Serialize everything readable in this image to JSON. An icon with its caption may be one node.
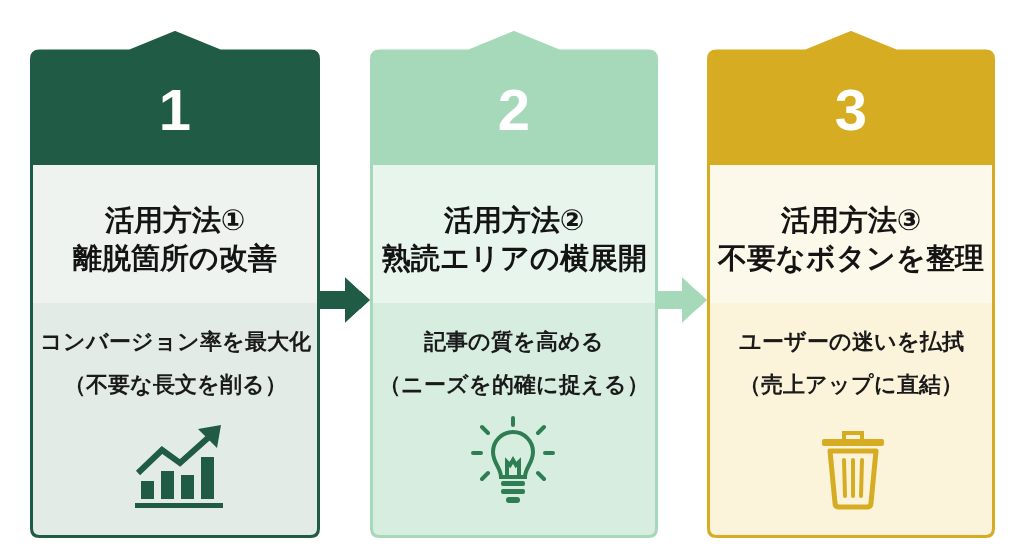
{
  "diagram": {
    "nodes": [
      {
        "text": [
          "1",
          "活用方法①",
          "離脱箇所の改善",
          "コンバージョン率を最大化",
          "（不要な長文を削る）"
        ]
      },
      {
        "text": [
          "2",
          "活用方法②",
          "熟読エリアの横展開",
          "記事の質を高める",
          "（ニーズを的確に捉える）"
        ]
      },
      {
        "text": [
          "3",
          "活用方法③",
          "不要なボタンを整理",
          "ユーザーの迷いを払拭",
          "（売上アップに直結）"
        ]
      }
    ],
    "edges": [
      {
        "from": 0,
        "to": 1,
        "arrow": "to",
        "color": "#1f5b45"
      },
      {
        "from": 1,
        "to": 2,
        "arrow": "to",
        "color": "#a6d9b9"
      }
    ]
  }
}
